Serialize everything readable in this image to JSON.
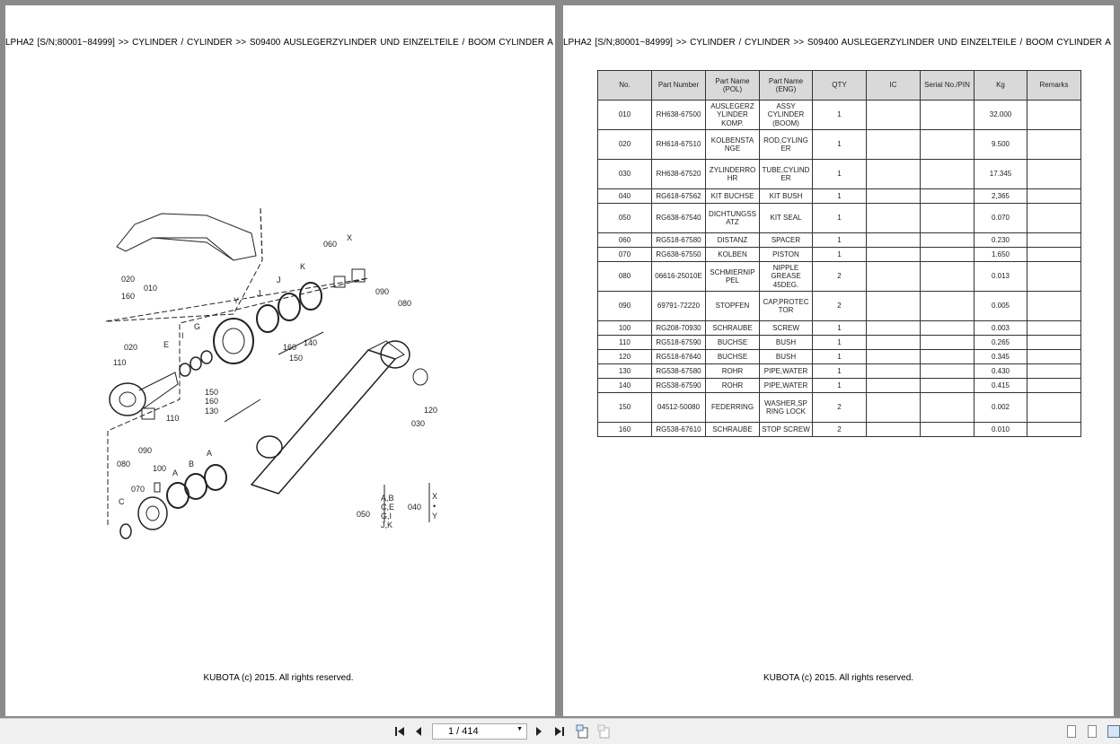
{
  "header_text": "LPHA2  [S/N;80001~84999] >> CYLINDER / CYLINDER >> S09400   AUSLEGERZYLINDER UND EINZELTEILE / BOOM CYLINDER A",
  "footer_text": "KUBOTA (c) 2015. All rights reserved.",
  "diagram": {
    "labels": [
      "060",
      "X",
      "K",
      "J",
      "J",
      "Y",
      "090",
      "080",
      "G",
      "I",
      "E",
      "020",
      "110",
      "020",
      "010",
      "160",
      "140",
      "160",
      "150",
      "150",
      "160",
      "130",
      "110",
      "090",
      "080",
      "120",
      "030",
      "100",
      "070",
      "C",
      "A",
      "B",
      "A",
      "050",
      "A,B",
      "C,E",
      "G,I",
      "J,K",
      "040",
      "X",
      "•",
      "Y"
    ]
  },
  "table": {
    "columns": [
      "No.",
      "Part Number",
      "Part Name\n(POL)",
      "Part Name\n(ENG)",
      "QTY",
      "IC",
      "Serial No./PIN",
      "Kg",
      "Remarks"
    ],
    "rows": [
      [
        "010",
        "RH638-67500",
        "AUSLEGERZ YLINDER KOMP.",
        "ASSY CYLINDER (BOOM)",
        "1",
        "",
        "",
        "32.000",
        ""
      ],
      [
        "020",
        "RH618-67510",
        "KOLBENSTA NGE",
        "ROD,CYLING ER",
        "1",
        "",
        "",
        "9.500",
        ""
      ],
      [
        "030",
        "RH638-67520",
        "ZYLINDERRO HR",
        "TUBE,CYLIND ER",
        "1",
        "",
        "",
        "17.345",
        ""
      ],
      [
        "040",
        "RG618-67562",
        "KIT BUCHSE",
        "KIT BUSH",
        "1",
        "",
        "",
        "2,365",
        ""
      ],
      [
        "050",
        "RG638-67540",
        "DICHTUNGSS ATZ",
        "KIT SEAL",
        "1",
        "",
        "",
        "0.070",
        ""
      ],
      [
        "060",
        "RG518-67580",
        "DISTANZ",
        "SPACER",
        "1",
        "",
        "",
        "0.230",
        ""
      ],
      [
        "070",
        "RG638-67550",
        "KOLBEN",
        "PISTON",
        "1",
        "",
        "",
        "1.650",
        ""
      ],
      [
        "080",
        "06616-25010E",
        "SCHMIERNIP PEL",
        "NIPPLE GREASE 45DEG.",
        "2",
        "",
        "",
        "0.013",
        ""
      ],
      [
        "090",
        "69791-72220",
        "STOPFEN",
        "CAP,PROTEC TOR",
        "2",
        "",
        "",
        "0.005",
        ""
      ],
      [
        "100",
        "RG208-70930",
        "SCHRAUBE",
        "SCREW",
        "1",
        "",
        "",
        "0.003",
        ""
      ],
      [
        "110",
        "RG518-67590",
        "BUCHSE",
        "BUSH",
        "1",
        "",
        "",
        "0.265",
        ""
      ],
      [
        "120",
        "RG518-67640",
        "BUCHSE",
        "BUSH",
        "1",
        "",
        "",
        "0.345",
        ""
      ],
      [
        "130",
        "RG538-67580",
        "ROHR",
        "PIPE,WATER",
        "1",
        "",
        "",
        "0.430",
        ""
      ],
      [
        "140",
        "RG538-67590",
        "ROHR",
        "PIPE,WATER",
        "1",
        "",
        "",
        "0.415",
        ""
      ],
      [
        "150",
        "04512-50080",
        "FEDERRING",
        "WASHER,SP RING LOCK",
        "2",
        "",
        "",
        "0.002",
        ""
      ],
      [
        "160",
        "RG538-67610",
        "SCHRAUBE",
        "STOP SCREW",
        "2",
        "",
        "",
        "0.010",
        ""
      ]
    ]
  },
  "toolbar": {
    "page_value": "1 / 414",
    "icons": [
      "first-page-icon",
      "prev-page-icon",
      "next-page-icon",
      "last-page-icon",
      "go-back-view-icon",
      "go-forward-view-icon",
      "single-page-view-icon",
      "continuous-view-icon",
      "two-page-view-icon"
    ]
  }
}
